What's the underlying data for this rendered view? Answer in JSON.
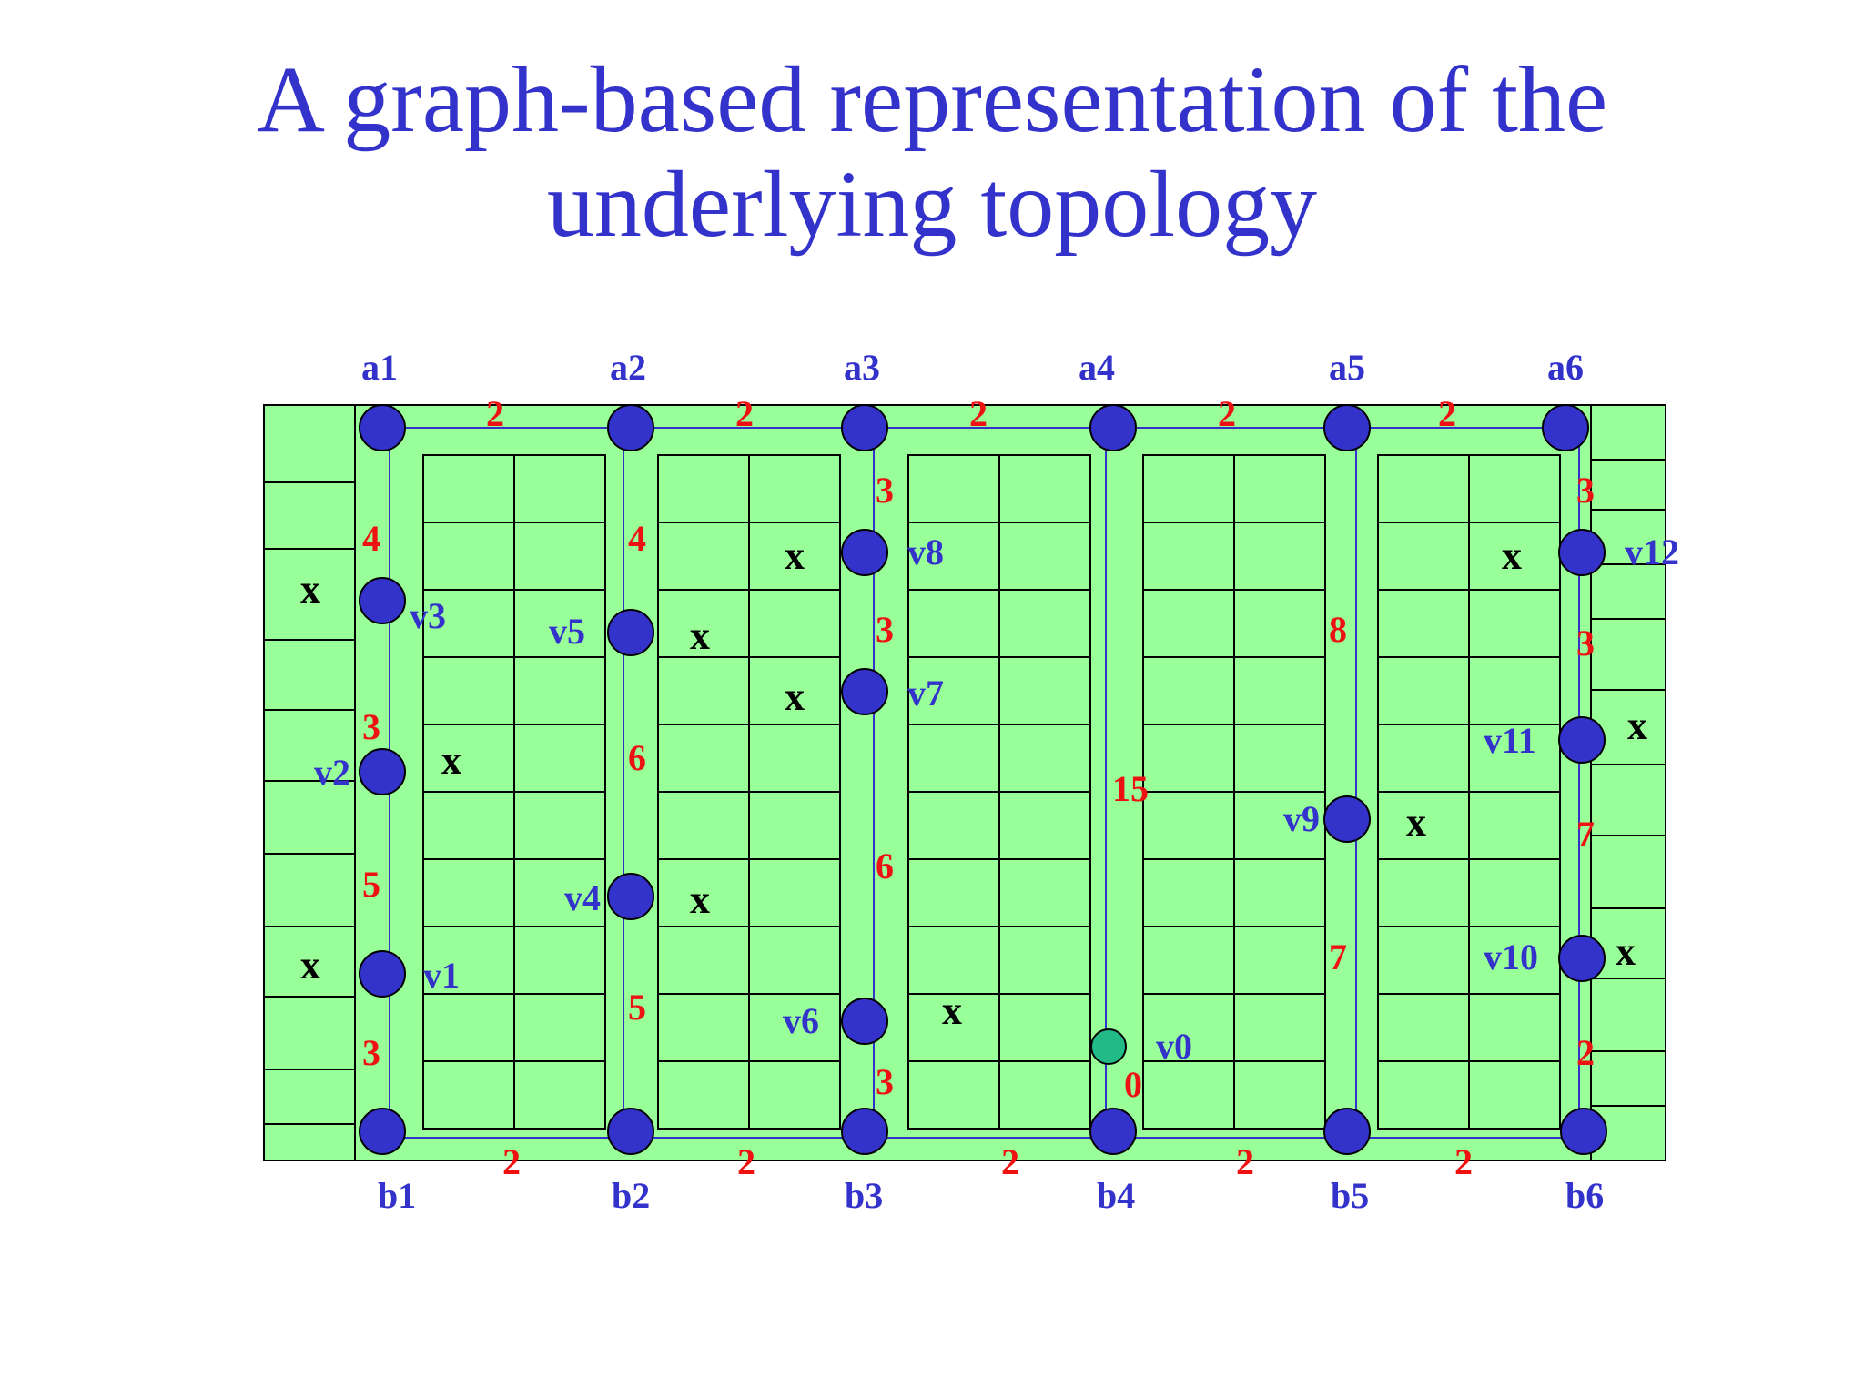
{
  "title_line1": "A graph-based representation of the",
  "title_line2": "underlying topology",
  "colors": {
    "title": "#3333cc",
    "background_block": "#99ff99",
    "node": "#3333cc",
    "start_node": "#22bb88",
    "weight": "#ee1111",
    "edge": "#3333cc",
    "x_mark": "#000000"
  },
  "top_columns": [
    "a1",
    "a2",
    "a3",
    "a4",
    "a5",
    "a6"
  ],
  "bottom_columns": [
    "b1",
    "b2",
    "b3",
    "b4",
    "b5",
    "b6"
  ],
  "top_edge_weights": [
    "2",
    "2",
    "2",
    "2",
    "2"
  ],
  "bottom_edge_weights": [
    "2",
    "2",
    "2",
    "2",
    "2"
  ],
  "vertices": {
    "v0": "v0",
    "v1": "v1",
    "v2": "v2",
    "v3": "v3",
    "v4": "v4",
    "v5": "v5",
    "v6": "v6",
    "v7": "v7",
    "v8": "v8",
    "v9": "v9",
    "v10": "v10",
    "v11": "v11",
    "v12": "v12"
  },
  "column_edge_weights": {
    "col1": [
      "4",
      "3",
      "5",
      "3"
    ],
    "col2": [
      "4",
      "6",
      "5"
    ],
    "col3": [
      "3",
      "3",
      "6",
      "3"
    ],
    "col4": [
      "15",
      "0"
    ],
    "col5": [
      "8",
      "7"
    ],
    "col6": [
      "3",
      "3",
      "7",
      "2"
    ]
  },
  "obstacle_mark": "x"
}
